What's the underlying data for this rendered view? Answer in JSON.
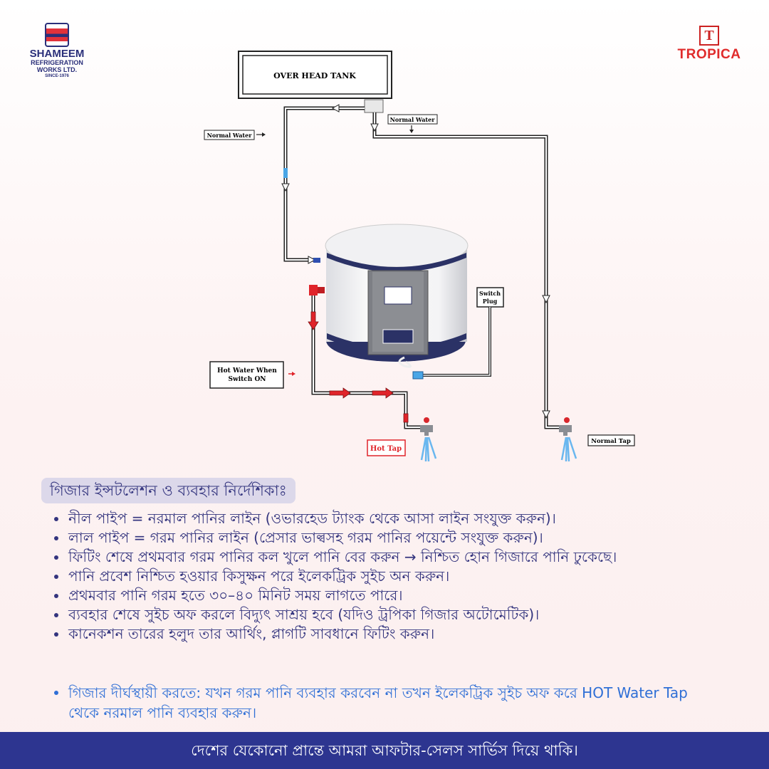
{
  "brand_left": {
    "name": "SHAMEEM",
    "line2": "REFRIGERATION",
    "line3": "WORKS LTD.",
    "since": "SINCE-1976"
  },
  "brand_right": {
    "mark": "T",
    "name": "TROPICA"
  },
  "diagram": {
    "tank_label": "OVER HEAD TANK",
    "normal_water_left": "Normal Water",
    "normal_water_right": "Normal Water",
    "switch_plug_line1": "Switch",
    "switch_plug_line2": "Plug",
    "hot_water_line1": "Hot Water When",
    "hot_water_line2": "Switch ON",
    "hot_tap": "Hot Tap",
    "normal_tap": "Normal Tap",
    "colors": {
      "hot_pipe": "#e0242a",
      "cold_fitting": "#4aa6e6",
      "outline": "#222222"
    }
  },
  "instructions": {
    "heading": "গিজার ইন্সটলেশন ও ব্যবহার নির্দেশিকাঃ",
    "steps": [
      "নীল পাইপ = নরমাল পানির লাইন (ওভারহেড ট্যাংক থেকে আসা লাইন সংযুক্ত করুন)।",
      "লাল পাইপ = গরম পানির লাইন (প্রেসার ভাল্বসহ গরম পানির পয়েন্টে সংযুক্ত করুন)।",
      "ফিটিং শেষে প্রথমবার গরম পানির কল খুলে পানি বের করুন → নিশ্চিত হোন গিজারে পানি ঢুকেছে।",
      "পানি প্রবেশ নিশ্চিত হওয়ার কিসুক্ষন পরে ইলেকট্রিক সুইচ অন করুন।",
      "প্রথমবার পানি গরম হতে ৩০–৪০ মিনিট সময় লাগতে পারে।",
      "ব্যবহার শেষে সুইচ অফ করলে বিদ্যুৎ সাশ্রয় হবে (যদিও ট্রপিকা গিজার অটোমেটিক)।",
      "কানেকশন তারের হলুদ তার আর্থিং, প্লাগটি সাবধানে ফিটিং করুন।"
    ],
    "tip": "গিজার দীর্ঘস্থায়ী করতে: যখন গরম পানি ব্যবহার করবেন না তখন ইলেকট্রিক সুইচ অফ করে HOT Water Tap থেকে নরমাল পানি ব্যবহার করুন।"
  },
  "footer": "দেশের যেকোনো প্রান্তে আমরা আফটার-সেলস সার্ভিস দিয়ে থাকি।"
}
